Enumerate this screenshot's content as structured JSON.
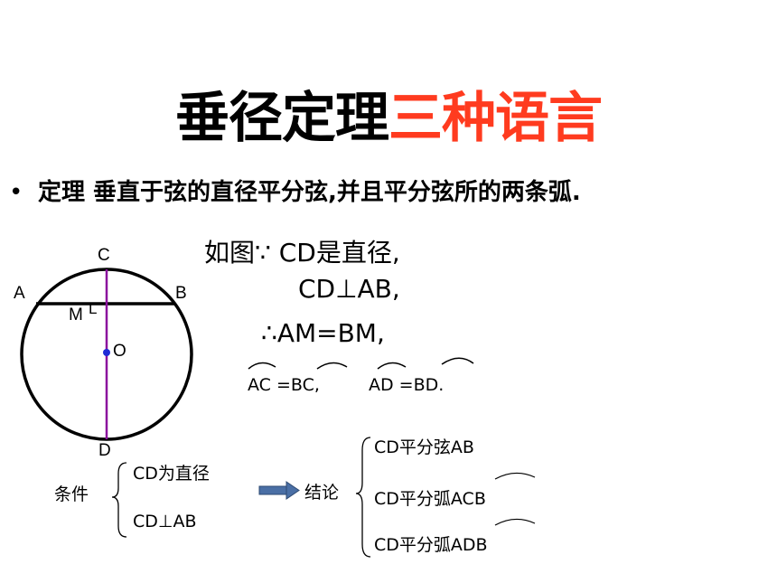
{
  "title": {
    "part1": "垂径定理",
    "part2": "三种语言",
    "accent_color": "#ff3b1f"
  },
  "theorem": {
    "bullet": "•",
    "text": "定理  垂直于弦的直径平分弦,并且平分弦所的两条弧."
  },
  "figure": {
    "labels": {
      "A": "A",
      "B": "B",
      "C": "C",
      "D": "D",
      "M": "M",
      "O": "O",
      "right_angle": "L"
    },
    "diameter_color": "#8b0f9e",
    "center_color": "#1f2bd6"
  },
  "proof": {
    "line1": "如图∵ CD是直径,",
    "line2": "CD⊥AB,",
    "line3": "∴AM=BM,",
    "arcs1": "AC =BC,",
    "arcs2": "AD  =BD."
  },
  "condition": {
    "label": "条件",
    "items": [
      "CD为直径",
      "CD⊥AB"
    ]
  },
  "conclusion": {
    "label": "结论",
    "items": [
      "CD平分弦AB",
      "CD平分弧ACB",
      "CD平分弧ADB"
    ],
    "arrow_color": "#4a6fa5"
  }
}
